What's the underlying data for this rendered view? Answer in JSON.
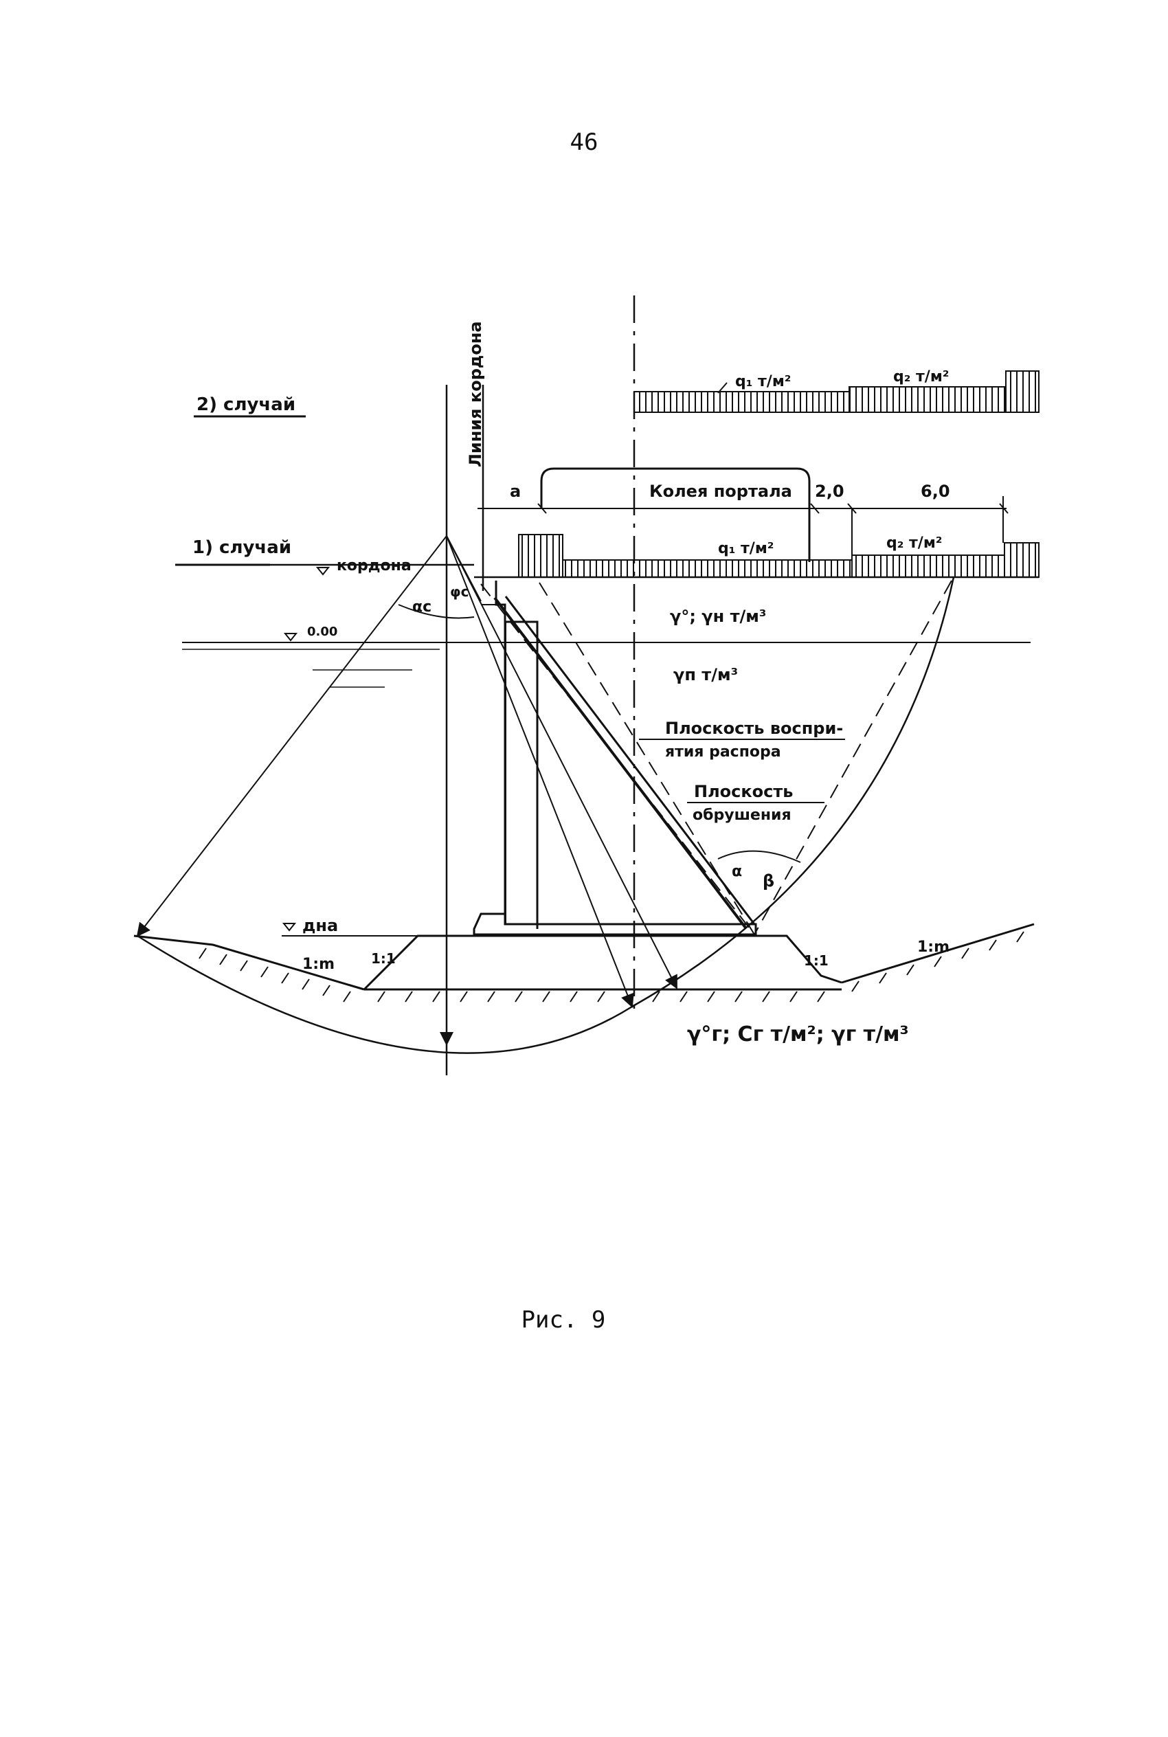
{
  "page_number": "46",
  "caption": "Рис. 9",
  "diagram": {
    "case_2_label": "2) случай",
    "case_1_label": "1) случай",
    "cordon_line_label": "Линия кордона",
    "cordon_level_label": "кордона",
    "water_level_label": "0.00",
    "bottom_level_label": "дна",
    "portal_track_label": "Колея портала",
    "dim_a": "a",
    "dim_2": "2,0",
    "dim_6": "6,0",
    "q1_upper": "q₁ т/м²",
    "q2_upper": "q₂ т/м²",
    "q1_lower": "q₁ т/м²",
    "q2_lower": "q₂ т/м²",
    "gamma_backfill": "γ°; γн т/м³",
    "gamma_submerged": "γп т/м³",
    "thrust_plane_1": "Плоскость воспри-",
    "thrust_plane_2": "ятия распора",
    "collapse_plane_1": "Плоскость",
    "collapse_plane_2": "обрушения",
    "angle_alpha_c": "αс",
    "angle_phi_c": "φс",
    "angle_alpha": "α",
    "angle_beta": "β",
    "slope_left_1m": "1:m",
    "slope_left_11": "1:1",
    "slope_right_11": "1:1",
    "slope_right_1m": "1:m",
    "soil_params": "γ°г; Cг т/м²; γг т/м³"
  }
}
